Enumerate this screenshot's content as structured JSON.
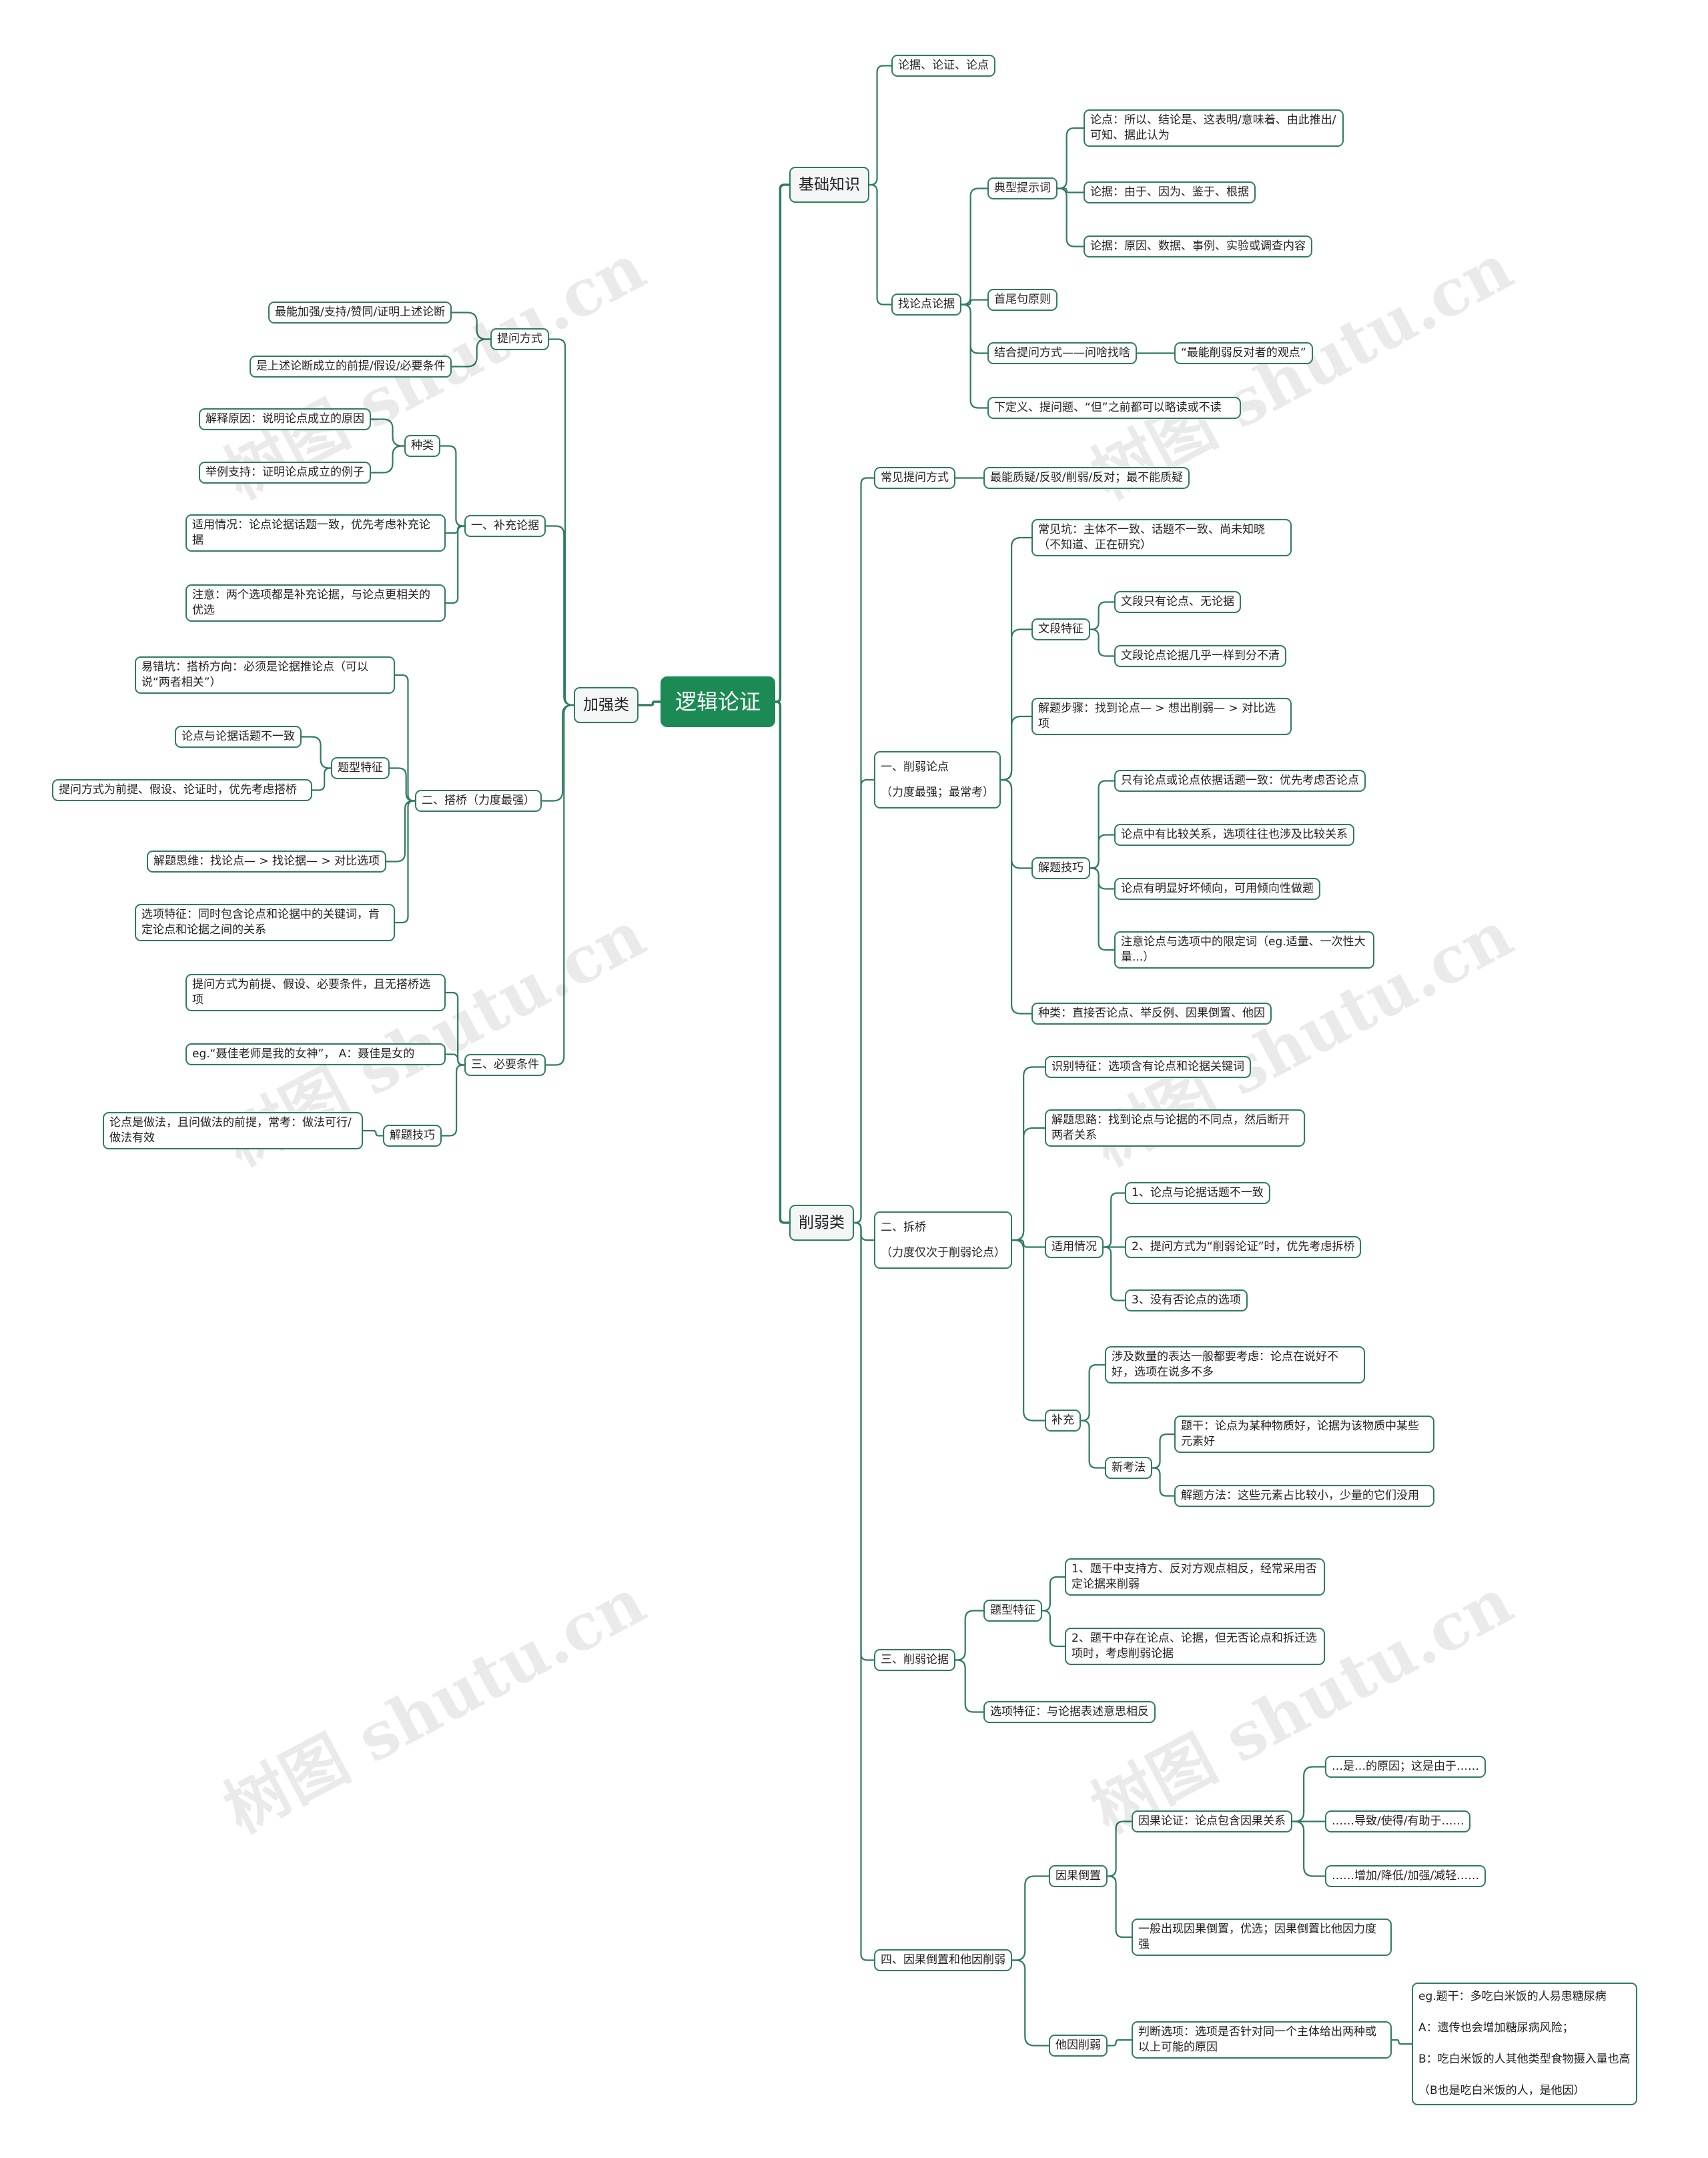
{
  "root": "逻辑论证",
  "watermark": "树图 shutu.cn",
  "colors": {
    "branch": "#2e7d5b",
    "root_fill": "#1c8a54",
    "node_border": "#2e7d5b"
  },
  "right": {
    "jichu": {
      "label": "基础知识",
      "lunju_lunzheng": "论据、论证、论点",
      "zhaolun": {
        "label": "找论点论据",
        "dianxing": {
          "label": "典型提示词",
          "items": [
            "论点：所以、结论是、这表明/意味着、由此推出/可知、据此认为",
            "论据：由于、因为、鉴于、根据",
            "论据：原因、数据、事例、实验或调查内容"
          ]
        },
        "shouwei": "首尾句原则",
        "jiehe": "结合提问方式——问啥找啥",
        "jiehe_child": "“最能削弱反对者的观点”",
        "xiadingyi": "下定义、提问题、“但”之前都可以略读或不读"
      }
    },
    "xueruo": {
      "label": "削弱类",
      "changjian": {
        "label": "常见提问方式",
        "child": "最能质疑/反驳/削弱/反对；最不能质疑"
      },
      "yi": {
        "label": "一、削弱论点",
        "sub": "（力度最强；最常考）",
        "changjiankeng": "常见坑：主体不一致、话题不一致、尚未知晓（不知道、正在研究）",
        "wenduan": {
          "label": "文段特征",
          "items": [
            "文段只有论点、无论据",
            "文段论点论据几乎一样到分不清"
          ]
        },
        "buzhou": "解题步骤：找到论点— > 想出削弱— > 对比选项",
        "jiqiao": {
          "label": "解题技巧",
          "items": [
            "只有论点或论点依据话题一致：优先考虑否论点",
            "论点中有比较关系，选项往往也涉及比较关系",
            "论点有明显好坏倾向，可用倾向性做题",
            "注意论点与选项中的限定词（eg.适量、一次性大量...）"
          ]
        },
        "zhonglei": "种类：直接否论点、举反例、因果倒置、他因"
      },
      "er": {
        "label": "二、拆桥",
        "sub": "（力度仅次于削弱论点）",
        "shibie": "识别特征：选项含有论点和论据关键词",
        "silu": "解题思路：找到论点与论据的不同点，然后断开两者关系",
        "shiyong": {
          "label": "适用情况",
          "items": [
            "1、论点与论据话题不一致",
            "2、提问方式为“削弱论证”时，优先考虑拆桥",
            "3、没有否论点的选项"
          ]
        },
        "buchong": {
          "label": "补充",
          "shuliang": "涉及数量的表达一般都要考虑：论点在说好不好，选项在说多不多",
          "xinkaofa": {
            "label": "新考法",
            "items": [
              "题干：论点为某种物质好，论据为该物质中某些元素好",
              "解题方法：这些元素占比较小，少量的它们没用"
            ]
          }
        }
      },
      "san": {
        "label": "三、削弱论据",
        "tixing": {
          "label": "题型特征",
          "items": [
            "1、题干中支持方、反对方观点相反，经常采用否定论据来削弱",
            "2、题干中存在论点、论据，但无否论点和拆迁选项时，考虑削弱论据"
          ]
        },
        "xuanxiang": "选项特征：与论据表述意思相反"
      },
      "si": {
        "label": "四、因果倒置和他因削弱",
        "yinguo": {
          "label": "因果倒置",
          "lunzheng": {
            "label": "因果论证：论点包含因果关系",
            "items": [
              "…是…的原因；这是由于……",
              "……导致/使得/有助于……",
              "……增加/降低/加强/减轻……"
            ]
          },
          "yiban": "一般出现因果倒置，优选；因果倒置比他因力度强"
        },
        "tayin": {
          "label": "他因削弱",
          "panduan": "判断选项：选项是否针对同一个主体给出两种或以上可能的原因",
          "eg": [
            "eg.题干：多吃白米饭的人易患糖尿病",
            "A：遗传也会增加糖尿病风险；",
            "B：吃白米饭的人其他类型食物摄入量也高",
            "（B也是吃白米饭的人，是他因）"
          ]
        }
      }
    }
  },
  "left": {
    "jiaqiang": {
      "label": "加强类",
      "tiwen": {
        "label": "提问方式",
        "items": [
          "最能加强/支持/赞同/证明上述论断",
          "是上述论断成立的前提/假设/必要条件"
        ]
      },
      "yi": {
        "label": "一、补充论据",
        "zhonglei": {
          "label": "种类",
          "items": [
            "解释原因：说明论点成立的原因",
            "举例支持：证明论点成立的例子"
          ]
        },
        "shiyong": "适用情况：论点论据话题一致，优先考虑补充论据",
        "zhuyi": "注意：两个选项都是补充论据，与论点更相关的优选"
      },
      "er": {
        "label": "二、搭桥（力度最强）",
        "yicuo": "易错坑：搭桥方向：必须是论据推论点（可以说“两者相关”）",
        "tixing": {
          "label": "题型特征",
          "items": [
            "论点与论据话题不一致",
            "提问方式为前提、假设、论证时，优先考虑搭桥"
          ]
        },
        "siwei": "解题思维：找论点— > 找论据— > 对比选项",
        "xuanxiang": "选项特征：同时包含论点和论据中的关键词，肯定论点和论据之间的关系"
      },
      "san": {
        "label": "三、必要条件",
        "tiwen": "提问方式为前提、假设、必要条件，且无搭桥选项",
        "eg": "eg.“聂佳老师是我的女神”， A：聂佳是女的",
        "jiqiao": {
          "label": "解题技巧",
          "child": "论点是做法，且问做法的前提，常考：做法可行/做法有效"
        }
      }
    }
  }
}
